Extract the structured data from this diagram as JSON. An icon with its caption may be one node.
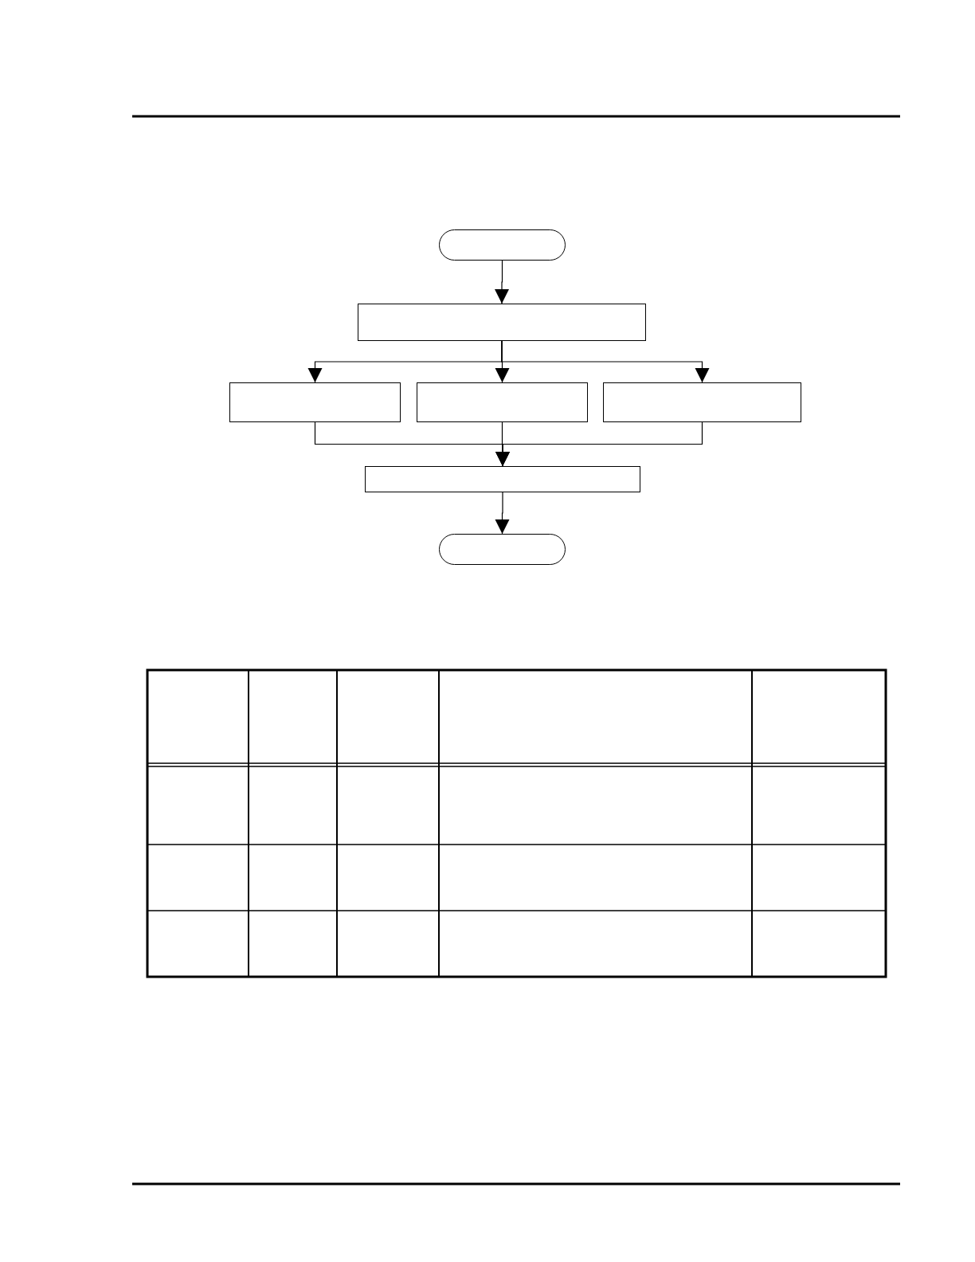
{
  "diagram": {
    "nodes": [
      {
        "text": [],
        "shape": "oval"
      },
      {
        "text": [],
        "shape": "box"
      },
      {
        "text": [],
        "shape": "box"
      },
      {
        "text": [],
        "shape": "box"
      },
      {
        "text": [],
        "shape": "box"
      },
      {
        "text": [],
        "shape": "box"
      },
      {
        "text": [],
        "shape": "oval"
      }
    ],
    "edges": [
      {
        "from": 0,
        "to": 1,
        "arrow": "to"
      },
      {
        "from": 1,
        "to": 2,
        "arrow": "to"
      },
      {
        "from": 1,
        "to": 3,
        "arrow": "to"
      },
      {
        "from": 1,
        "to": 4,
        "arrow": "to"
      },
      {
        "from": 2,
        "to": 5,
        "arrow": "to"
      },
      {
        "from": 3,
        "to": 5,
        "arrow": "to"
      },
      {
        "from": 4,
        "to": 5,
        "arrow": "to"
      },
      {
        "from": 5,
        "to": 6,
        "arrow": "to"
      }
    ]
  }
}
